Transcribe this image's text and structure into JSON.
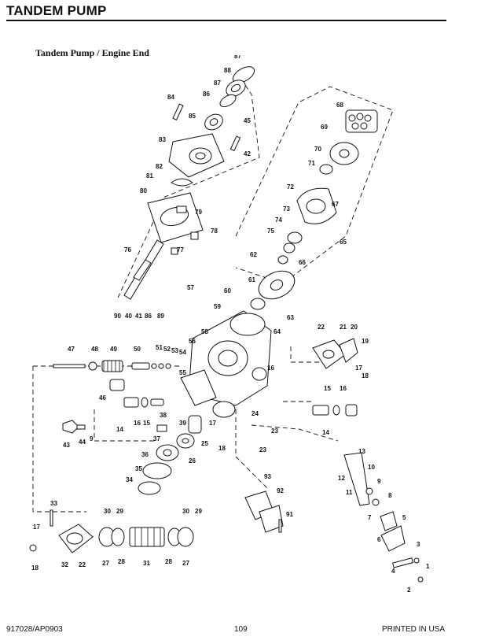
{
  "header": {
    "title": "TANDEM PUMP"
  },
  "subtitle": "Tandem Pump / Engine End",
  "footer": {
    "doc_code": "917028/AP0903",
    "page_number": "109",
    "printed": "PRINTED IN USA"
  },
  "callouts": [
    "1",
    "2",
    "3",
    "4",
    "5",
    "6",
    "7",
    "8",
    "9",
    "10",
    "11",
    "12",
    "13",
    "14",
    "15",
    "16",
    "17",
    "18",
    "19",
    "20",
    "21",
    "22",
    "23",
    "24",
    "25",
    "26",
    "27",
    "28",
    "29",
    "30",
    "31",
    "32",
    "33",
    "34",
    "35",
    "36",
    "37",
    "38",
    "39",
    "40",
    "41",
    "42",
    "43",
    "44",
    "45",
    "46",
    "47",
    "48",
    "49",
    "50",
    "51",
    "52",
    "53",
    "54",
    "55",
    "56",
    "57",
    "58",
    "59",
    "60",
    "61",
    "62",
    "63",
    "64",
    "65",
    "66",
    "67",
    "68",
    "69",
    "70",
    "71",
    "72",
    "73",
    "74",
    "75",
    "76",
    "77",
    "78",
    "79",
    "80",
    "81",
    "82",
    "83",
    "84",
    "85",
    "86",
    "87",
    "88",
    "89",
    "90",
    "91",
    "92",
    "93"
  ]
}
